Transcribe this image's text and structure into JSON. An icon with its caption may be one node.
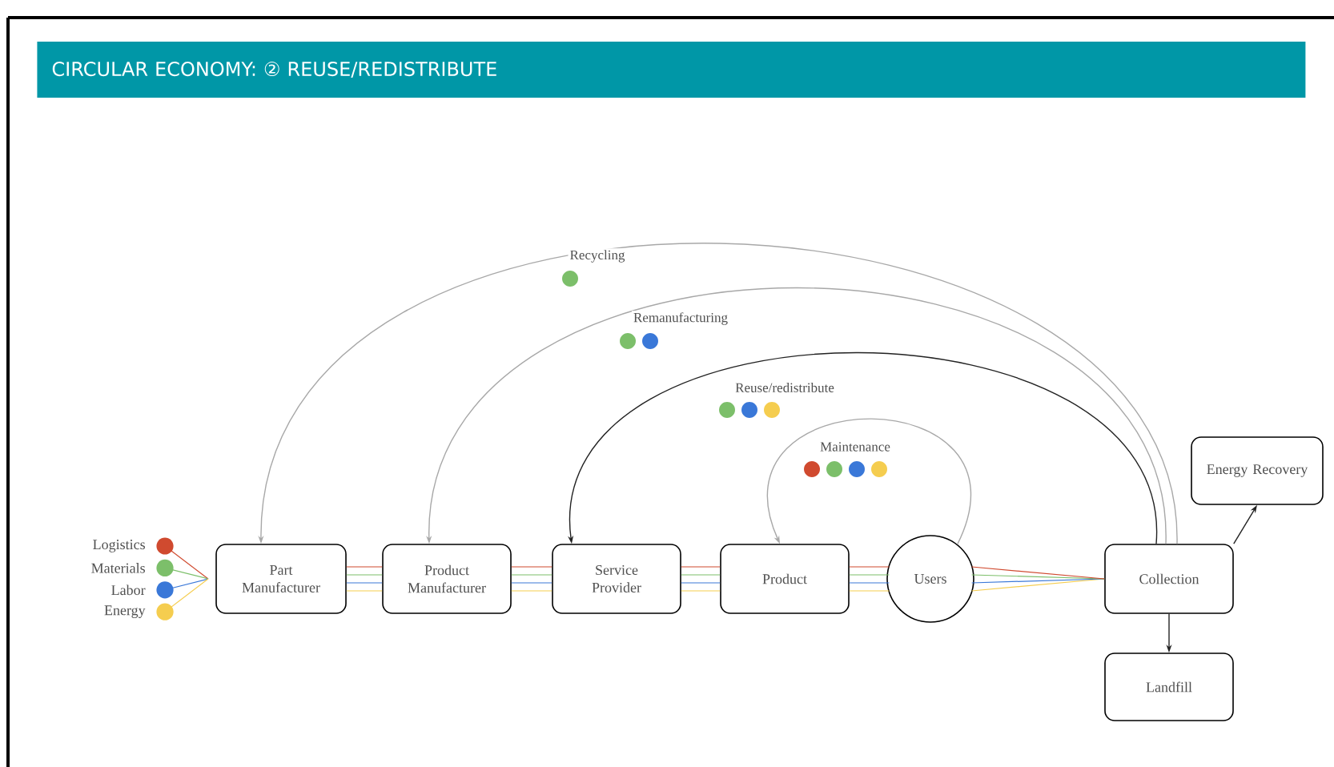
{
  "diagram": {
    "title": "CIRCULAR ECONOMY: ② REUSE/REDISTRIBUTE",
    "nodes": [
      {
        "text": [
          "Part Manufacturer"
        ]
      },
      {
        "text": [
          "Product Manufacturer"
        ]
      },
      {
        "text": [
          "Service Provider"
        ]
      },
      {
        "text": [
          "Product"
        ]
      },
      {
        "text": [
          "Users"
        ]
      },
      {
        "text": [
          "Collection"
        ]
      },
      {
        "text": [
          "Energy Recovery"
        ]
      },
      {
        "text": [
          "Landfill"
        ]
      }
    ],
    "edges": [
      {
        "from": 0,
        "to": 1,
        "arrow": "none"
      },
      {
        "from": 1,
        "to": 2,
        "arrow": "none"
      },
      {
        "from": 2,
        "to": 3,
        "arrow": "none"
      },
      {
        "from": 3,
        "to": 4,
        "arrow": "none"
      },
      {
        "from": 4,
        "to": 5,
        "arrow": "none"
      },
      {
        "from": 5,
        "to": 0,
        "arrow": "to",
        "label": "Recycling",
        "color": "#a8a8a8"
      },
      {
        "from": 5,
        "to": 1,
        "arrow": "to",
        "label": "Remanufacturing",
        "color": "#a8a8a8"
      },
      {
        "from": 5,
        "to": 2,
        "arrow": "to",
        "label": "Reuse/redistribute",
        "color": "#222222"
      },
      {
        "from": 4,
        "to": 3,
        "arrow": "to",
        "label": "Maintenance",
        "color": "#a8a8a8"
      },
      {
        "from": 5,
        "to": 6,
        "arrow": "to",
        "color": "#222222"
      },
      {
        "from": 5,
        "to": 7,
        "arrow": "to",
        "color": "#222222"
      }
    ],
    "legend": [
      {
        "text": "Logistics",
        "color": "#d04a2f"
      },
      {
        "text": "Materials",
        "color": "#7cbf6a"
      },
      {
        "text": "Labor",
        "color": "#3a78d8"
      },
      {
        "text": "Energy",
        "color": "#f5cd4f"
      }
    ]
  }
}
